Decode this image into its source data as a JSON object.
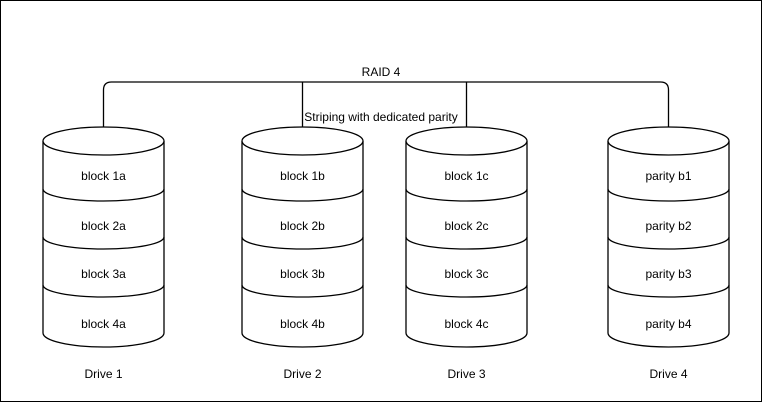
{
  "diagram": {
    "title": "RAID 4",
    "subtitle": "Striping with dedicated parity"
  },
  "drives": [
    {
      "label": "Drive 1",
      "blocks": [
        "block 1a",
        "block 2a",
        "block 3a",
        "block 4a"
      ]
    },
    {
      "label": "Drive 2",
      "blocks": [
        "block 1b",
        "block 2b",
        "block 3b",
        "block 4b"
      ]
    },
    {
      "label": "Drive 3",
      "blocks": [
        "block 1c",
        "block 2c",
        "block 3c",
        "block 4c"
      ]
    },
    {
      "label": "Drive 4",
      "blocks": [
        "parity b1",
        "parity b2",
        "parity b3",
        "parity b4"
      ]
    }
  ],
  "colors": {
    "line": "#000000",
    "text": "#000000",
    "background": "#ffffff"
  }
}
